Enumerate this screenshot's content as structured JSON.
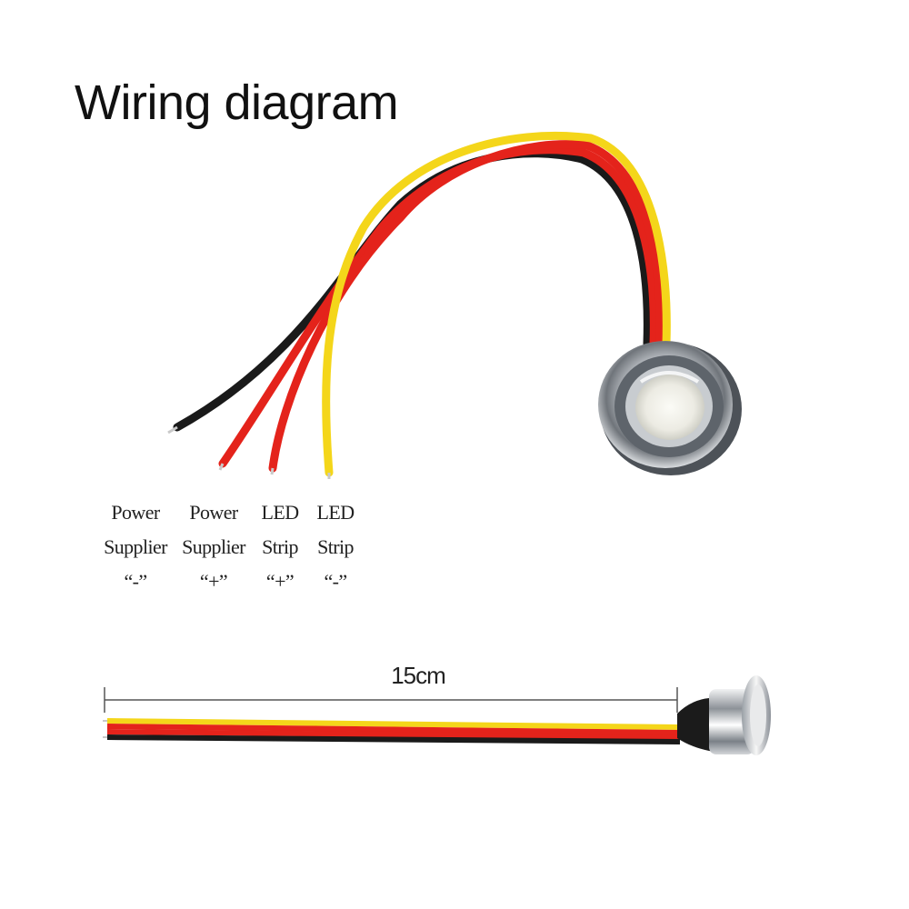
{
  "title": "Wiring diagram",
  "wires": [
    {
      "line1": "Power",
      "line2": "Supplier",
      "sign": "“-”",
      "color": "#1a1a1a"
    },
    {
      "line1": "Power",
      "line2": "Supplier",
      "sign": "“+”",
      "color": "#e4231b"
    },
    {
      "line1": "LED",
      "line2": "Strip",
      "sign": "“+”",
      "color": "#e4231b"
    },
    {
      "line1": "LED",
      "line2": "Strip",
      "sign": "“-”",
      "color": "#f4d61a"
    }
  ],
  "dimension": {
    "label": "15cm"
  }
}
